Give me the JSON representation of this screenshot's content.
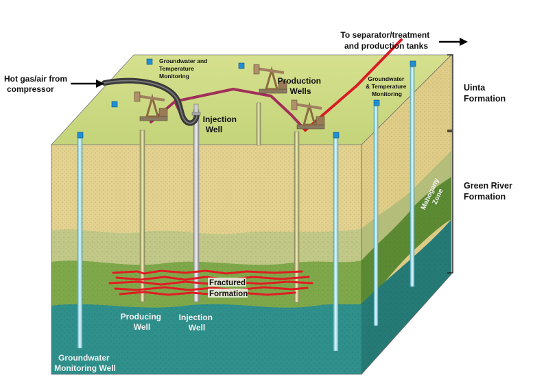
{
  "labels": {
    "separator": [
      "To separator/treatment",
      "and production tanks"
    ],
    "hot_gas": [
      "Hot gas/air from",
      "compressor"
    ],
    "gw_temp_top": [
      "Groundwater and",
      "Temperature",
      "Monitoring"
    ],
    "gw_temp_right": [
      "Groundwater",
      "& Temperature",
      "Monitoring"
    ],
    "production_wells": [
      "Production",
      "Wells"
    ],
    "injection_well_top": [
      "Injection",
      "Well"
    ],
    "uinta": [
      "Uinta",
      "Formation"
    ],
    "green_river": [
      "Green River",
      "Formation"
    ],
    "mahogany": [
      "Mahogany",
      "Zone"
    ],
    "fractured": [
      "Fractured",
      "Formation"
    ],
    "producing_well": [
      "Producing",
      "Well"
    ],
    "injection_well_bottom": [
      "Injection",
      "Well"
    ],
    "gw_monitoring_well": [
      "Groundwater",
      "Monitoring Well"
    ]
  },
  "colors": {
    "surface": "#c9d97f",
    "sand": "#e4d290",
    "olive": "#c2c988",
    "green": "#7fa84a",
    "teal": "#2f8f8b",
    "pipeline": "#a0305a",
    "red_pipe": "#d81c24",
    "fracture": "#e21b22",
    "monitor_pipe": "#a8e6ef",
    "well_pipe": "#d9d98a"
  }
}
